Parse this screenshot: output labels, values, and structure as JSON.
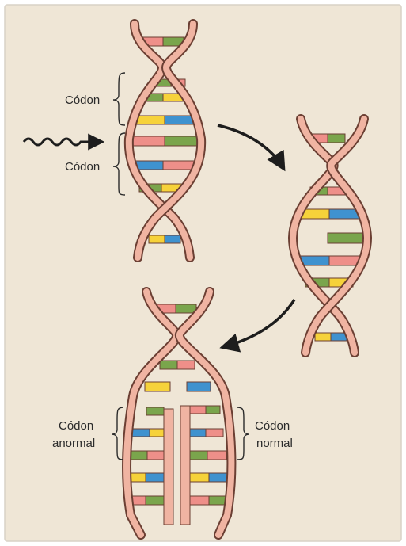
{
  "colors": {
    "background": "#efe6d6",
    "frame": "#d9d2c6",
    "strand_fill": "#f0b4a2",
    "strand_edge": "#6b3f33",
    "base_red": "#ee8f89",
    "base_green": "#7aa54c",
    "base_yellow": "#f6d23a",
    "base_blue": "#3f92cf",
    "ink": "#2b2b2b"
  },
  "labels": {
    "codon_upper": "Códon",
    "codon_lower": "Códon",
    "abnormal_line1": "Códon",
    "abnormal_line2": "anormal",
    "normal_line1": "Códon",
    "normal_line2": "normal"
  },
  "icons": {
    "incoming_radiation": "wavy-arrow-icon",
    "step_arrow_1": "curved-arrow-icon",
    "step_arrow_2": "curved-arrow-icon"
  }
}
